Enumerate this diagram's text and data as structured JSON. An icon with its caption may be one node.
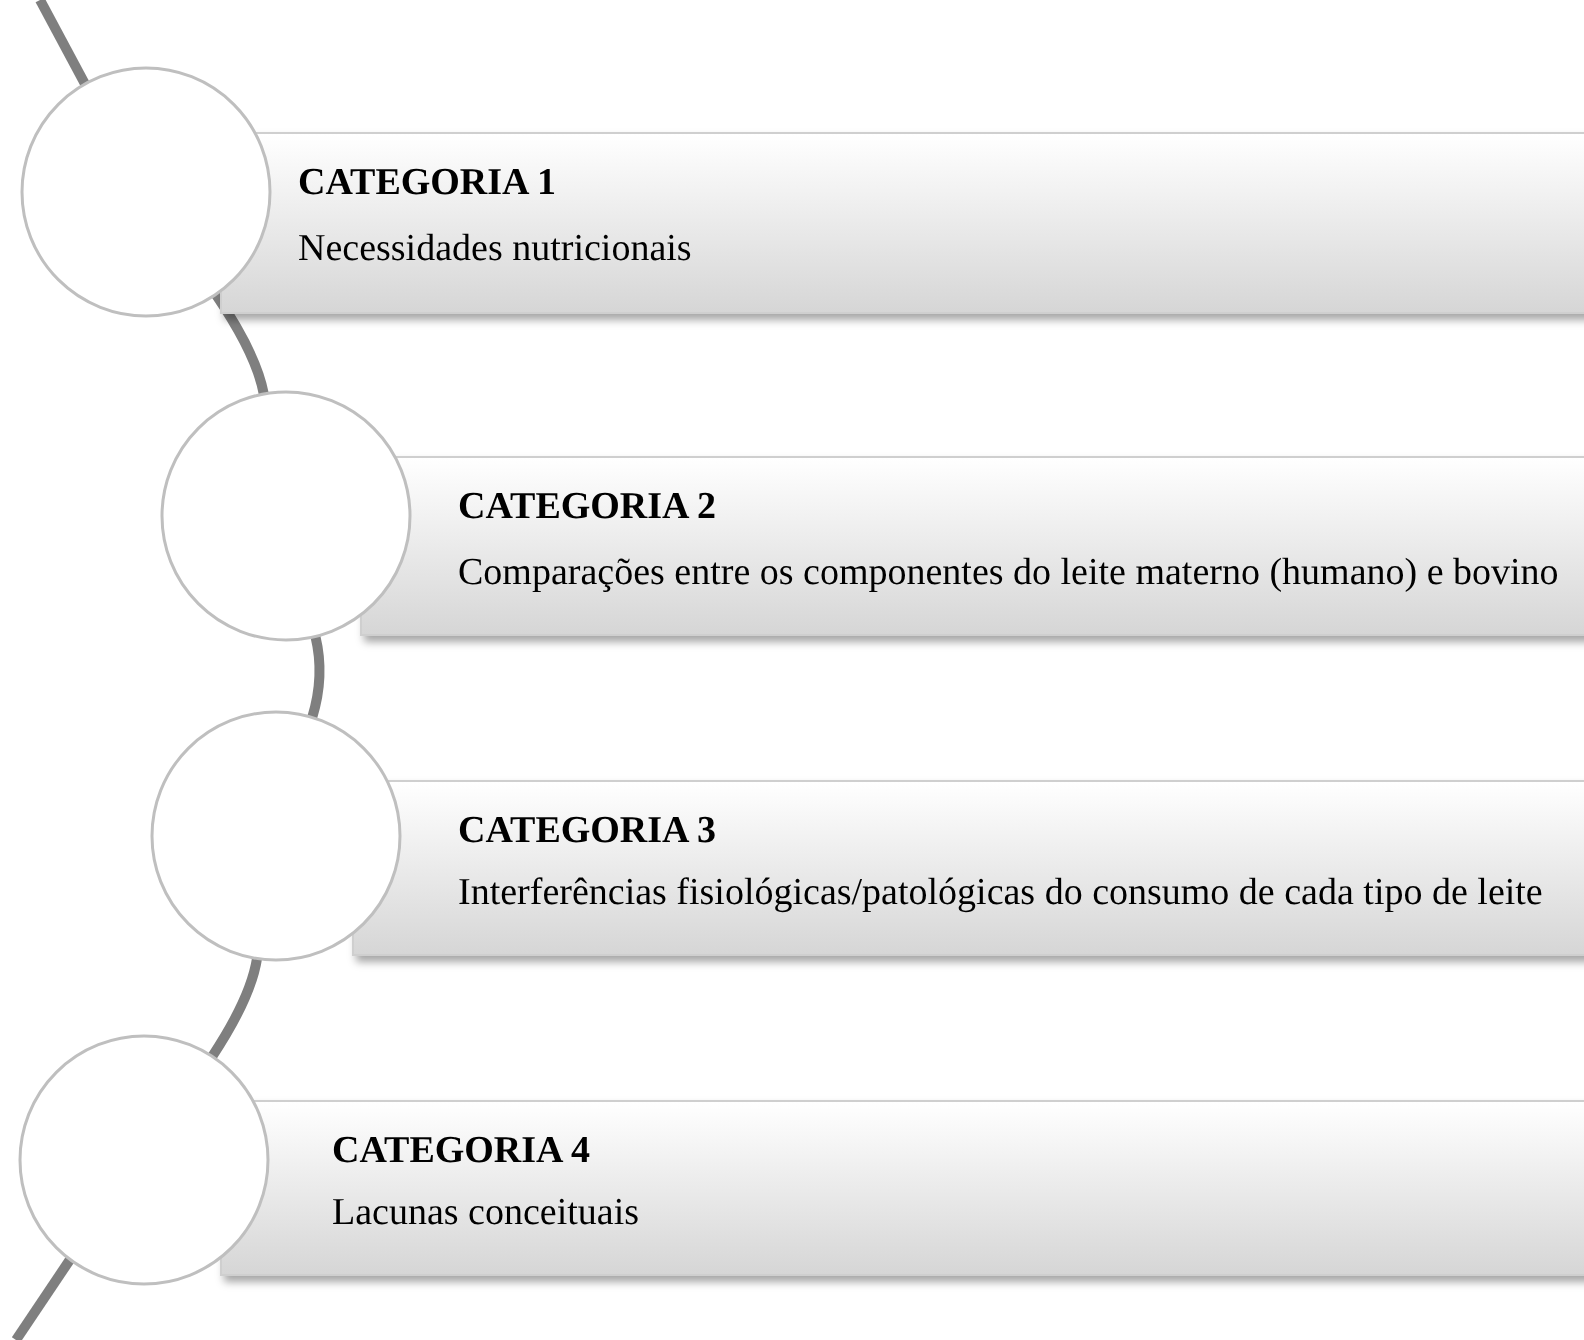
{
  "diagram": {
    "nodes": [
      {
        "text": [],
        "shape": "circle"
      },
      {
        "text": [
          "CATEGORIA 1",
          "Necessidades nutricionais"
        ]
      },
      {
        "text": [],
        "shape": "circle"
      },
      {
        "text": [
          "CATEGORIA 2",
          "Comparações entre os componentes do leite materno (humano) e bovino"
        ]
      },
      {
        "text": [],
        "shape": "circle"
      },
      {
        "text": [
          "CATEGORIA 3",
          "Interferências fisiológicas/patológicas do consumo de cada tipo de leite"
        ]
      },
      {
        "text": [],
        "shape": "circle"
      },
      {
        "text": [
          "CATEGORIA 4",
          "Lacunas conceituais"
        ]
      }
    ],
    "edges": [
      {
        "from": 0,
        "to": 2,
        "arrow": "none"
      },
      {
        "from": 2,
        "to": 4,
        "arrow": "none"
      },
      {
        "from": 4,
        "to": 6,
        "arrow": "none"
      }
    ]
  }
}
